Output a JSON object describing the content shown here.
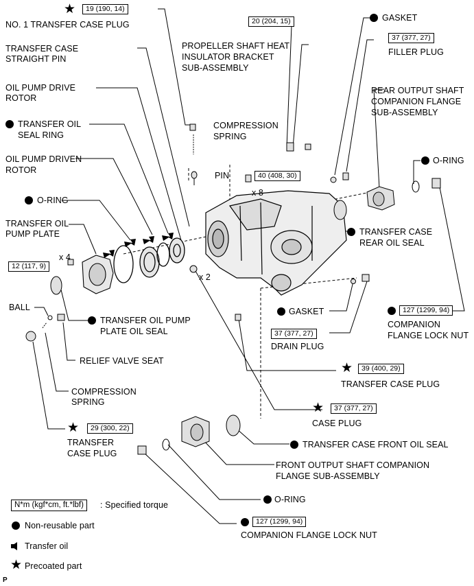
{
  "labels": {
    "no1_plug": "NO. 1 TRANSFER CASE PLUG",
    "straight_pin_1": "TRANSFER CASE",
    "straight_pin_2": "STRAIGHT PIN",
    "drive_rotor_1": "OIL PUMP DRIVE",
    "drive_rotor_2": "ROTOR",
    "seal_ring_1": "TRANSFER OIL",
    "seal_ring_2": "SEAL RING",
    "driven_rotor_1": "OIL PUMP DRIVEN",
    "driven_rotor_2": "ROTOR",
    "o_ring_left": "O-RING",
    "pump_plate_1": "TRANSFER OIL",
    "pump_plate_2": "PUMP PLATE",
    "ball": "BALL",
    "pump_plate_seal_1": "TRANSFER OIL PUMP",
    "pump_plate_seal_2": "PLATE OIL SEAL",
    "relief_valve_seat": "RELIEF VALVE SEAT",
    "compression_spring_lower_1": "COMPRESSION",
    "compression_spring_lower_2": "SPRING",
    "transfer_case_plug_left_1": "TRANSFER",
    "transfer_case_plug_left_2": "CASE PLUG",
    "prop_bracket_1": "PROPELLER SHAFT HEAT",
    "prop_bracket_2": "INSULATOR BRACKET",
    "prop_bracket_3": "SUB-ASSEMBLY",
    "compression_spring_upper_1": "COMPRESSION",
    "compression_spring_upper_2": "SPRING",
    "pin": "PIN",
    "gasket_top": "GASKET",
    "filler_plug": "FILLER PLUG",
    "rear_flange_1": "REAR OUTPUT SHAFT",
    "rear_flange_2": "COMPANION FLANGE",
    "rear_flange_3": "SUB-ASSEMBLY",
    "o_ring_right": "O-RING",
    "rear_oil_seal_1": "TRANSFER CASE",
    "rear_oil_seal_2": "REAR OIL SEAL",
    "gasket_mid": "GASKET",
    "lock_nut_right_1": "COMPANION",
    "lock_nut_right_2": "FLANGE LOCK NUT",
    "drain_plug": "DRAIN PLUG",
    "transfer_case_plug_mid": "TRANSFER CASE PLUG",
    "case_plug": "CASE PLUG",
    "front_oil_seal": "TRANSFER CASE FRONT OIL SEAL",
    "front_flange_1": "FRONT OUTPUT SHAFT COMPANION",
    "front_flange_2": "FLANGE SUB-ASSEMBLY",
    "o_ring_bottom": "O-RING",
    "lock_nut_bottom": "COMPANION FLANGE LOCK NUT",
    "qty_x4": "x 4",
    "qty_x8": "x 8",
    "qty_x2": "x 2"
  },
  "torques": {
    "no1_plug": "19 (190, 14)",
    "prop_bracket": "20 (204, 15)",
    "filler_plug": "37 (377, 27)",
    "bolts_x8": "40 (408, 30)",
    "pump_plate_bolts": "12 (117, 9)",
    "lock_nut_right": "127 (1299, 94)",
    "drain_plug": "37 (377, 27)",
    "transfer_case_plug_mid": "39 (400, 29)",
    "case_plug": "37 (377, 27)",
    "transfer_case_plug_left": "29 (300, 22)",
    "lock_nut_bottom": "127 (1299, 94)"
  },
  "legend": {
    "torque_box": "N*m (kgf*cm, ft.*lbf)",
    "torque_text": ": Specified torque",
    "non_reusable": "Non-reusable part",
    "transfer_oil": "Transfer oil",
    "precoated": "Precoated part"
  },
  "figure_code": "P",
  "symbols": {
    "star": "★",
    "dot": "filled-circle",
    "arrow": "left-arrow"
  }
}
